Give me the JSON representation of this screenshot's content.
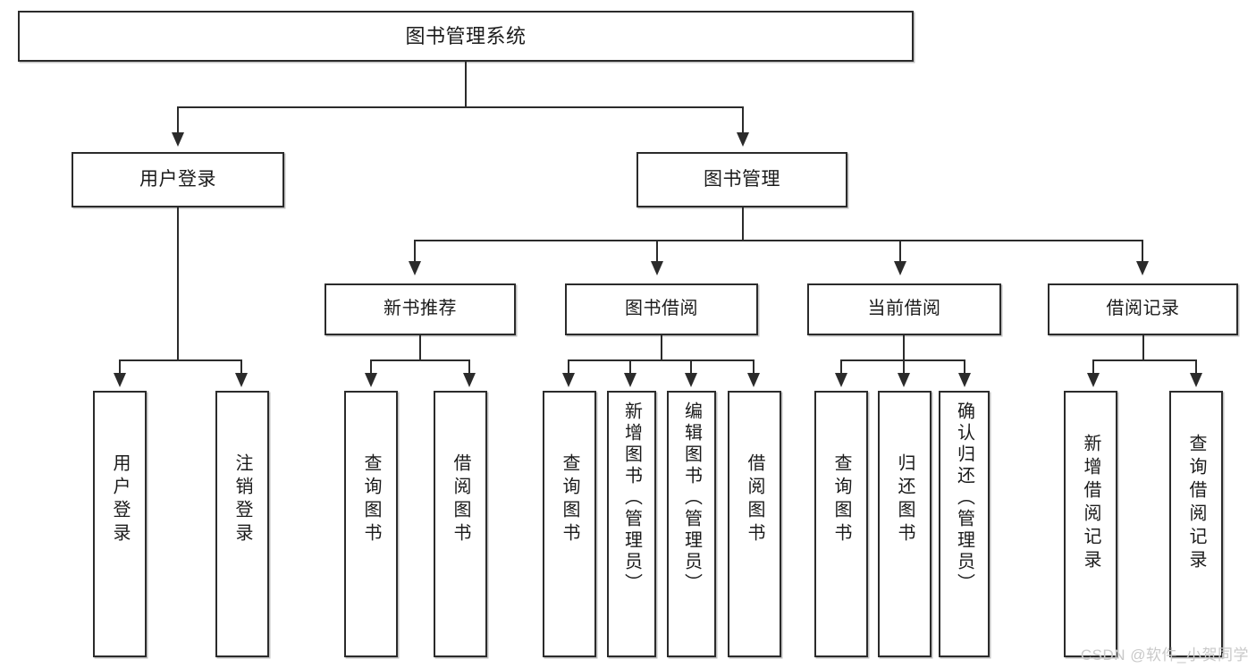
{
  "diagram": {
    "title": "图书管理系统",
    "type": "tree-hierarchy-chart",
    "orientation": "top-down"
  },
  "root": {
    "label": "图书管理系统"
  },
  "level2": [
    {
      "label": "用户登录"
    },
    {
      "label": "图书管理"
    }
  ],
  "level3": [
    {
      "label": "新书推荐"
    },
    {
      "label": "图书借阅"
    },
    {
      "label": "当前借阅"
    },
    {
      "label": "借阅记录"
    }
  ],
  "leaves": {
    "user_login": [
      {
        "label": "用户登录"
      },
      {
        "label": "注销登录"
      }
    ],
    "new_book_recommend": [
      {
        "label": "查询图书"
      },
      {
        "label": "借阅图书"
      }
    ],
    "book_borrow": [
      {
        "label": "查询图书"
      },
      {
        "label": "新增图书（管理员）"
      },
      {
        "label": "编辑图书（管理员）"
      },
      {
        "label": "借阅图书"
      }
    ],
    "current_borrow": [
      {
        "label": "查询图书"
      },
      {
        "label": "归还图书"
      },
      {
        "label": "确认归还（管理员）"
      }
    ],
    "borrow_record": [
      {
        "label": "新增借阅记录"
      },
      {
        "label": "查询借阅记录"
      }
    ]
  },
  "watermark": {
    "text": "CSDN @软件_小贺同学"
  },
  "colors": {
    "border": "#2b2b2b",
    "background": "#ffffff",
    "text": "#1b1b1b",
    "watermark": "#c9c9c9"
  }
}
